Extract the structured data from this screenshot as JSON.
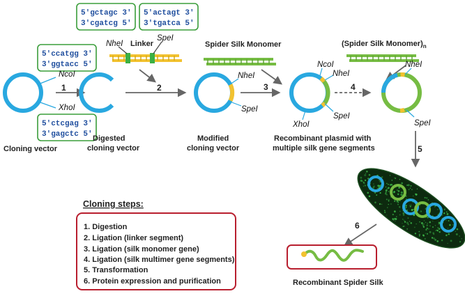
{
  "colors": {
    "vector": "#29a8e0",
    "linker_green": "#3cb044",
    "linker_yellow": "#f2c230",
    "silk_green": "#76bc43",
    "box_green": "#3a9d3a",
    "box_red": "#b81e2e",
    "arrow": "#666666",
    "sequence_text": "#1f4e9e",
    "cell_dark": "#0d2a0f",
    "cell_dots": "#3dbb4a"
  },
  "sequences": {
    "nhe1": {
      "top": "5'gctagc 3'",
      "bottom": "3'cgatcg 5'"
    },
    "spe1": {
      "top": "5'actagt 3'",
      "bottom": "3'tgatca 5'"
    },
    "nco1": {
      "top": "5'ccatgg 3'",
      "bottom": "3'ggtacc 5'"
    },
    "xho1": {
      "top": "5'ctcgag 3'",
      "bottom": "3'gagctc 5'"
    }
  },
  "sites": {
    "nco1": "NcoI",
    "xho1": "XhoI",
    "nhe1": "NheI",
    "spe1": "SpeI"
  },
  "labels": {
    "linker": "Linker",
    "monomer": "Spider Silk Monomer",
    "multimer_base": "(Spider Silk Monomer)",
    "multimer_sub": "n",
    "cloning_vector": "Cloning vector",
    "digested_1": "Digested",
    "digested_2": "cloning vector",
    "modified_1": "Modified",
    "modified_2": "cloning vector",
    "recombinant_1": "Recombinant plasmid with",
    "recombinant_2": "multiple silk gene segments",
    "recombinant_silk": "Recombinant Spider Silk"
  },
  "step_numbers": [
    "1",
    "2",
    "3",
    "4",
    "5",
    "6"
  ],
  "cloning_steps": {
    "title": "Cloning steps:",
    "items": [
      "1. Digestion",
      "2. Ligation (linker  segment)",
      "3. Ligation (silk monomer  gene)",
      "4. Ligation (silk multimer  gene segments)",
      "5. Transformation",
      "6. Protein expression and purification"
    ]
  }
}
